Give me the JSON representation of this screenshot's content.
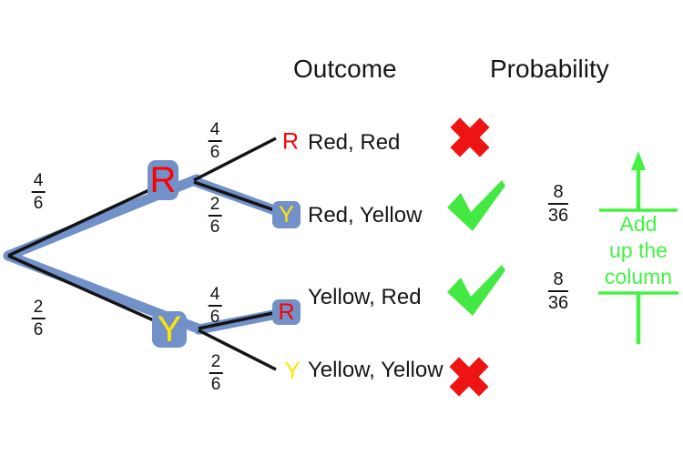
{
  "headers": {
    "outcome": "Outcome",
    "probability": "Probability"
  },
  "tree": {
    "root": {
      "top_branch": {
        "fraction": {
          "num": "4",
          "den": "6"
        },
        "node_letter": "R",
        "highlighted": true
      },
      "bottom_branch": {
        "fraction": {
          "num": "2",
          "den": "6"
        },
        "node_letter": "Y",
        "highlighted": true
      }
    },
    "from_R": {
      "top_branch": {
        "fraction": {
          "num": "4",
          "den": "6"
        },
        "node_letter": "R",
        "highlighted": false
      },
      "bottom_branch": {
        "fraction": {
          "num": "2",
          "den": "6"
        },
        "node_letter": "Y",
        "highlighted": true
      }
    },
    "from_Y": {
      "top_branch": {
        "fraction": {
          "num": "4",
          "den": "6"
        },
        "node_letter": "R",
        "highlighted": true
      },
      "bottom_branch": {
        "fraction": {
          "num": "2",
          "den": "6"
        },
        "node_letter": "Y",
        "highlighted": false
      }
    }
  },
  "outcomes": [
    {
      "label": "Red, Red",
      "mark": "cross"
    },
    {
      "label": "Red, Yellow",
      "mark": "check",
      "probability": {
        "num": "8",
        "den": "36"
      }
    },
    {
      "label": "Yellow, Red",
      "mark": "check",
      "probability": {
        "num": "8",
        "den": "36"
      }
    },
    {
      "label": "Yellow, Yellow",
      "mark": "cross"
    }
  ],
  "annotation": {
    "line1": "Add",
    "line2": "up the",
    "line3": "column"
  },
  "colors": {
    "branch_highlight_blue": "#7291c9",
    "letter_red": "#ff0000",
    "letter_yellow": "#ffe600",
    "cross_red": "#ee1414",
    "check_green": "#43e843",
    "annotation_green": "#43f243",
    "line_black": "#141414"
  }
}
